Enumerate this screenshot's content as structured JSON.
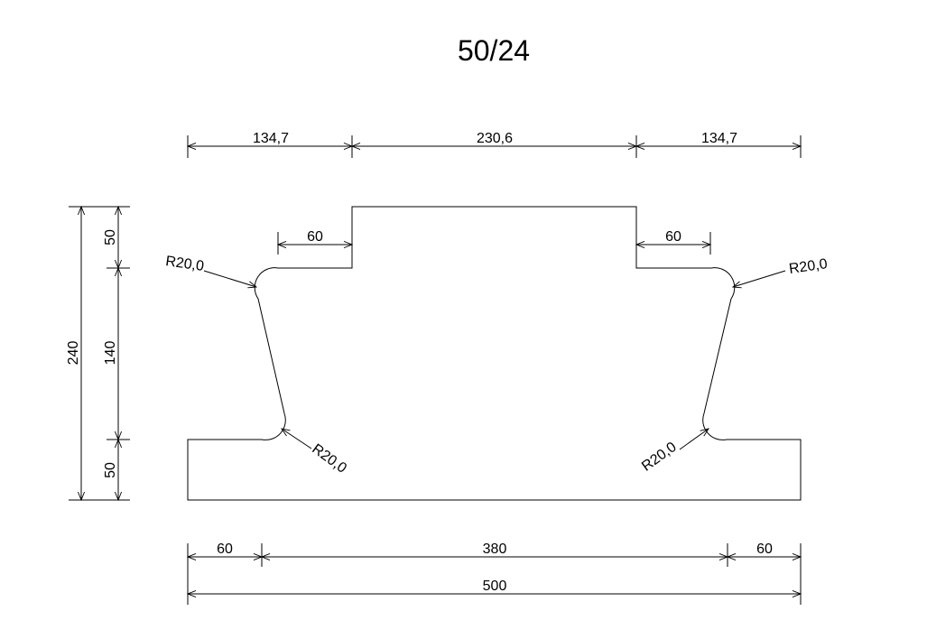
{
  "title": "50/24",
  "dimensions": {
    "top_left": "134,7",
    "top_middle": "230,6",
    "top_right": "134,7",
    "step_left": "60",
    "step_right": "60",
    "bottom_left": "60",
    "bottom_middle": "380",
    "bottom_right": "60",
    "overall_width": "500",
    "overall_height": "240",
    "height_top": "50",
    "height_middle": "140",
    "height_bottom": "50"
  },
  "radius_labels": {
    "upper_left": "R20,0",
    "upper_right": "R20,0",
    "lower_left": "R20,0",
    "lower_right": "R20,0"
  }
}
